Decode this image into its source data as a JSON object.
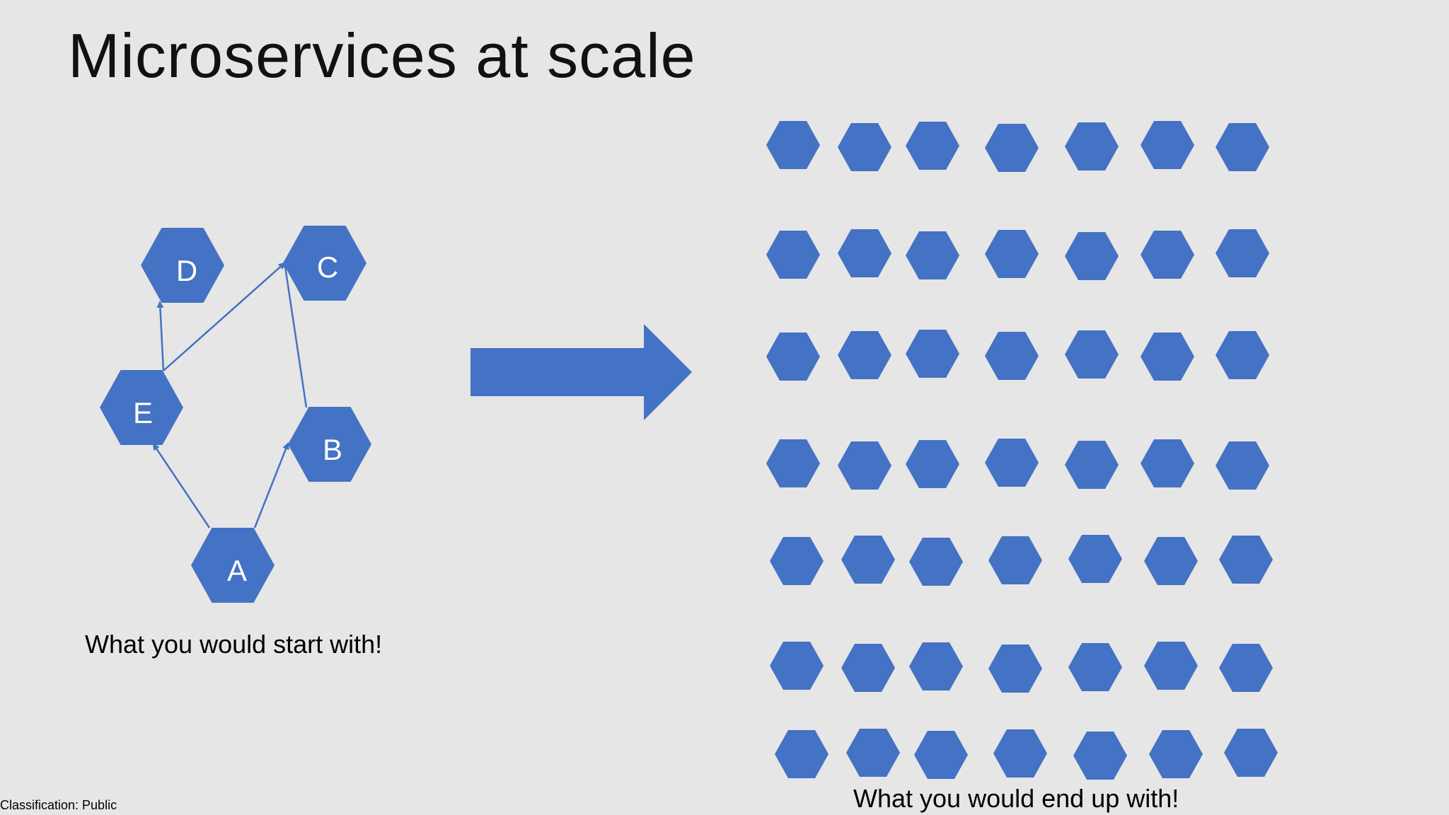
{
  "slide": {
    "title": "Microservices at scale",
    "caption_start": "What you would start with!",
    "caption_end": "What you would end up with!",
    "classification": "Classification: Public",
    "accent_color": "#4472c4",
    "background_color": "#e7e6e6"
  },
  "start_graph": {
    "nodes": [
      {
        "id": "D",
        "label": "D"
      },
      {
        "id": "C",
        "label": "C"
      },
      {
        "id": "E",
        "label": "E"
      },
      {
        "id": "B",
        "label": "B"
      },
      {
        "id": "A",
        "label": "A"
      }
    ],
    "edges": [
      {
        "from": "A",
        "to": "E"
      },
      {
        "from": "A",
        "to": "B"
      },
      {
        "from": "E",
        "to": "D"
      },
      {
        "from": "E",
        "to": "C"
      },
      {
        "from": "B",
        "to": "C"
      }
    ]
  },
  "end_grid": {
    "rows": 7,
    "columns": 7,
    "count": 49
  }
}
